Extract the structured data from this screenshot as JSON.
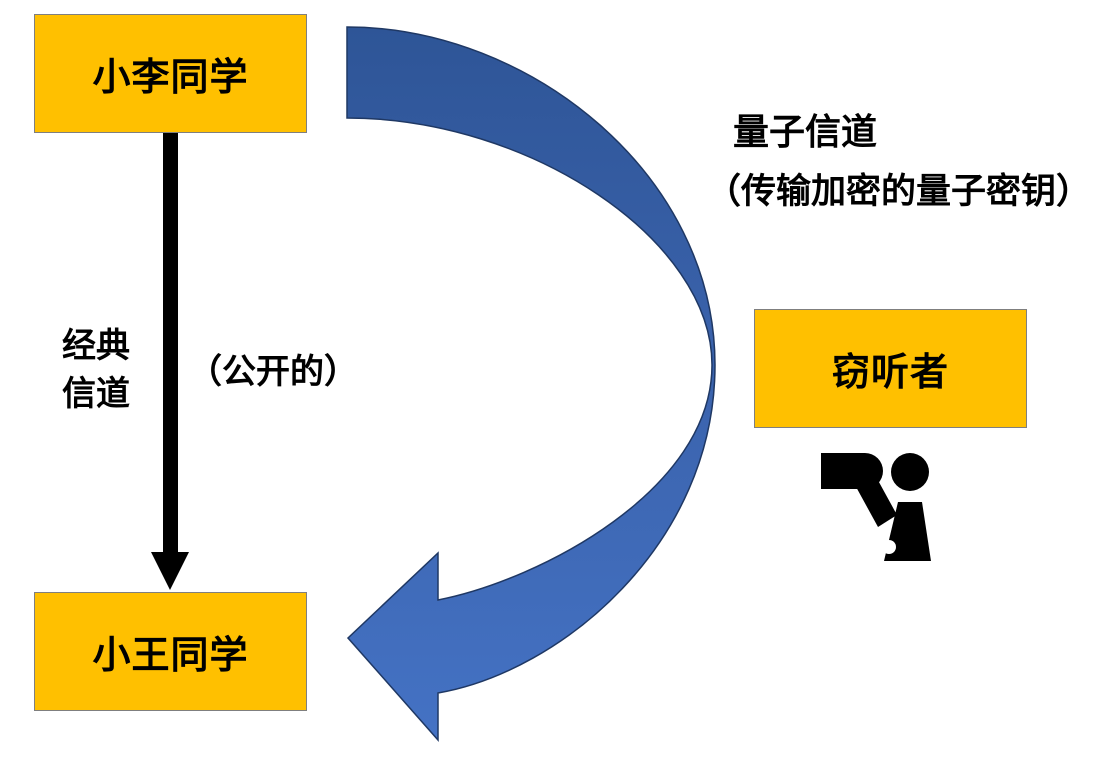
{
  "nodes": {
    "sender": "小李同学",
    "receiver": "小王同学",
    "eavesdropper": "窃听者"
  },
  "quantum_channel": {
    "title": "量子信道",
    "subtitle": "（传输加密的量子密钥）"
  },
  "classical_channel": {
    "line1": "经典",
    "line2": "信道",
    "subtitle": "（公开的）"
  },
  "colors": {
    "box_fill": "#ffc000",
    "box_border": "#7f7f7f",
    "quantum_arrow_top": "#2e5597",
    "quantum_arrow_bottom": "#4472c4",
    "classical_arrow": "#000000"
  },
  "icons": {
    "eavesdropper": "person-with-listening-device-icon"
  }
}
